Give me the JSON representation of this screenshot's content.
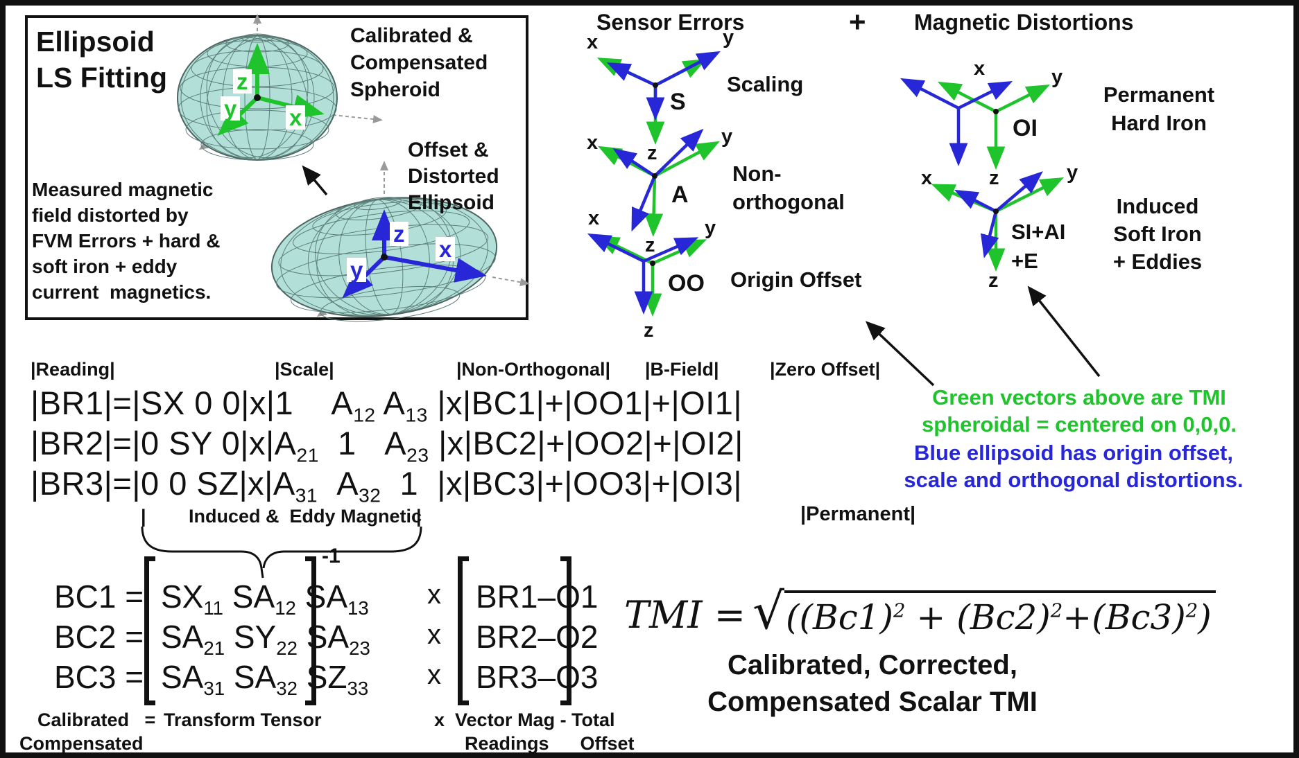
{
  "colors": {
    "green": "#1fc32b",
    "blue": "#2727d8",
    "teal": "#b2dfd8",
    "grid": "#5d7f7a",
    "black": "#111111"
  },
  "axes": {
    "x": "x",
    "y": "y",
    "z": "z"
  },
  "box": {
    "title": "Ellipsoid\nLS Fitting",
    "spheroid_caption": "Calibrated &\nCompensated\nSpheroid",
    "ellipsoid_caption": "Offset &\nDistorted\nEllipsoid",
    "measured_note": "Measured magnetic\nfield distorted by\nFVM Errors + hard &\nsoft iron + eddy\ncurrent  magnetics."
  },
  "header": {
    "sensor_errors": "Sensor Errors",
    "plus": "+",
    "magnetic_distortions": "Magnetic Distortions"
  },
  "triads": {
    "s": {
      "symbol": "S",
      "label": "Scaling"
    },
    "a": {
      "symbol": "A",
      "label": "Non-\northogonal"
    },
    "oo": {
      "symbol": "OO",
      "label": "Origin Offset"
    },
    "oi": {
      "symbol": "OI",
      "label": "Permanent\nHard Iron"
    },
    "si": {
      "symbol": "SI+AI\n+E",
      "label": "Induced\nSoft Iron\n+ Eddies"
    }
  },
  "matrix": {
    "headers": {
      "reading": "|Reading|",
      "scale": "|Scale|",
      "nonortho": "|Non-Orthogonal|",
      "bfield": "|B-Field|",
      "zero": "|Zero Offset|"
    },
    "rows_html": [
      "|BR1|=|SX 0 0|x|1&nbsp;&nbsp;&nbsp;&nbsp;A<sub>12</sub> A<sub>13</sub>&nbsp;|x|BC1|+|OO1|+|OI1|",
      "|BR2|=|0 SY 0|x|A<sub>21</sub>&nbsp;&nbsp;1&nbsp;&nbsp;&nbsp;A<sub>23</sub>&nbsp;|x|BC2|+|OO2|+|OI2|",
      "|BR3|=|0 0 SZ|x|A<sub>31</sub>&nbsp;&nbsp;A<sub>32</sub>&nbsp;&nbsp;1&nbsp;&nbsp;|x|BC3|+|OO3|+|OI3|"
    ],
    "induced_bar_left": "|",
    "induced_label": "Induced &  Eddy Magnetic",
    "induced_bar_right": "|",
    "permanent_label": "|Permanent|"
  },
  "note": {
    "green": "Green vectors above are TMI\nspheroidal = centered on 0,0,0.",
    "blue": "Blue ellipsoid has origin offset,\nscale and orthogonal distortions."
  },
  "bc": {
    "lhs": [
      "BC1 =",
      "BC2 =",
      "BC3 ="
    ],
    "tensor_rows_html": [
      "SX<sub>11</sub> SA<sub>12</sub> SA<sub>13</sub>",
      "SA<sub>21</sub> SY<sub>22</sub> SA<sub>23</sub>",
      "SA<sub>31</sub> SA<sub>32</sub> SZ<sub>33</sub>"
    ],
    "exponent": "-1",
    "times": "x",
    "vector_rows": [
      "BR1–O1",
      "BR2–O2",
      "BR3–O3"
    ],
    "caption": {
      "calibrated": "Calibrated   =",
      "compensated": "Compensated",
      "tensor": "Transform Tensor",
      "vector": "x  Vector Mag - Total",
      "readings": "Readings      Offset"
    }
  },
  "tmi": {
    "lhs": "TMI =",
    "radical": "√",
    "radicand_html": "((Bc1)<sup>2</sup> + (Bc2)<sup>2</sup>+(Bc3)<sup>2</sup>)",
    "caption": "Calibrated, Corrected,\nCompensated Scalar TMI"
  }
}
